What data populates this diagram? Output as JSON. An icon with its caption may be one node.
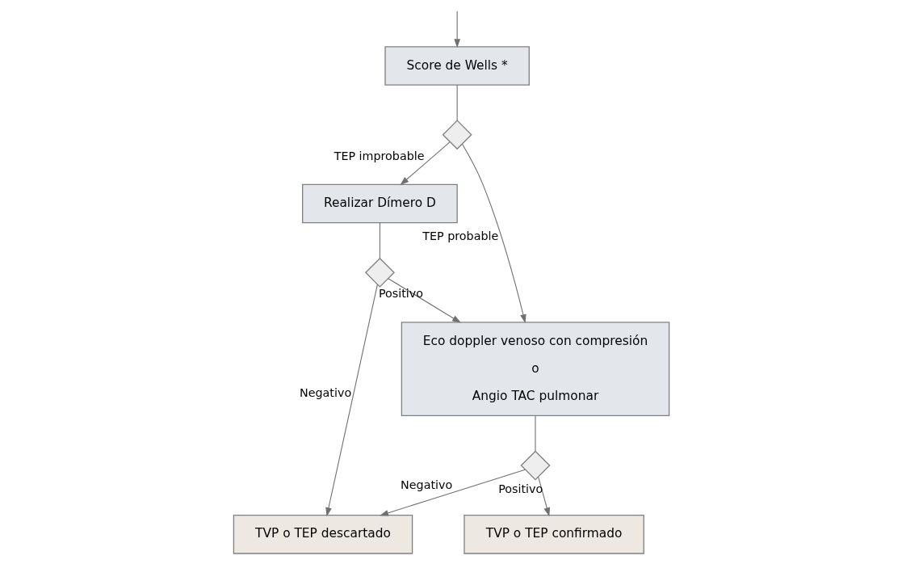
{
  "diagram": {
    "nodes": [
      {
        "text": [
          "Score de Wells *"
        ]
      },
      {
        "text": [],
        "shape": "diamond"
      },
      {
        "text": [
          "Realizar Dímero D"
        ]
      },
      {
        "text": [
          "Eco doppler venoso con compresión",
          "o",
          "Angio TAC pulmonar"
        ]
      },
      {
        "text": [],
        "shape": "diamond"
      },
      {
        "text": [],
        "shape": "diamond"
      },
      {
        "text": [
          "TVP o TEP descartado"
        ]
      },
      {
        "text": [
          "TVP o TEP confirmado"
        ]
      }
    ],
    "edges": [
      {
        "from": null,
        "to": 0,
        "arrow": "to"
      },
      {
        "from": 0,
        "to": 1,
        "arrow": "none"
      },
      {
        "from": 1,
        "to": 2,
        "arrow": "to",
        "label": "TEP improbable"
      },
      {
        "from": 1,
        "to": 3,
        "arrow": "to",
        "label": "TEP probable"
      },
      {
        "from": 2,
        "to": 4,
        "arrow": "none"
      },
      {
        "from": 4,
        "to": 6,
        "arrow": "to",
        "label": "Negativo"
      },
      {
        "from": 4,
        "to": 3,
        "arrow": "to",
        "label": "Positivo"
      },
      {
        "from": 3,
        "to": 5,
        "arrow": "none"
      },
      {
        "from": 5,
        "to": 6,
        "arrow": "to",
        "label": "Negativo"
      },
      {
        "from": 5,
        "to": 7,
        "arrow": "to",
        "label": "Positivo"
      }
    ]
  }
}
